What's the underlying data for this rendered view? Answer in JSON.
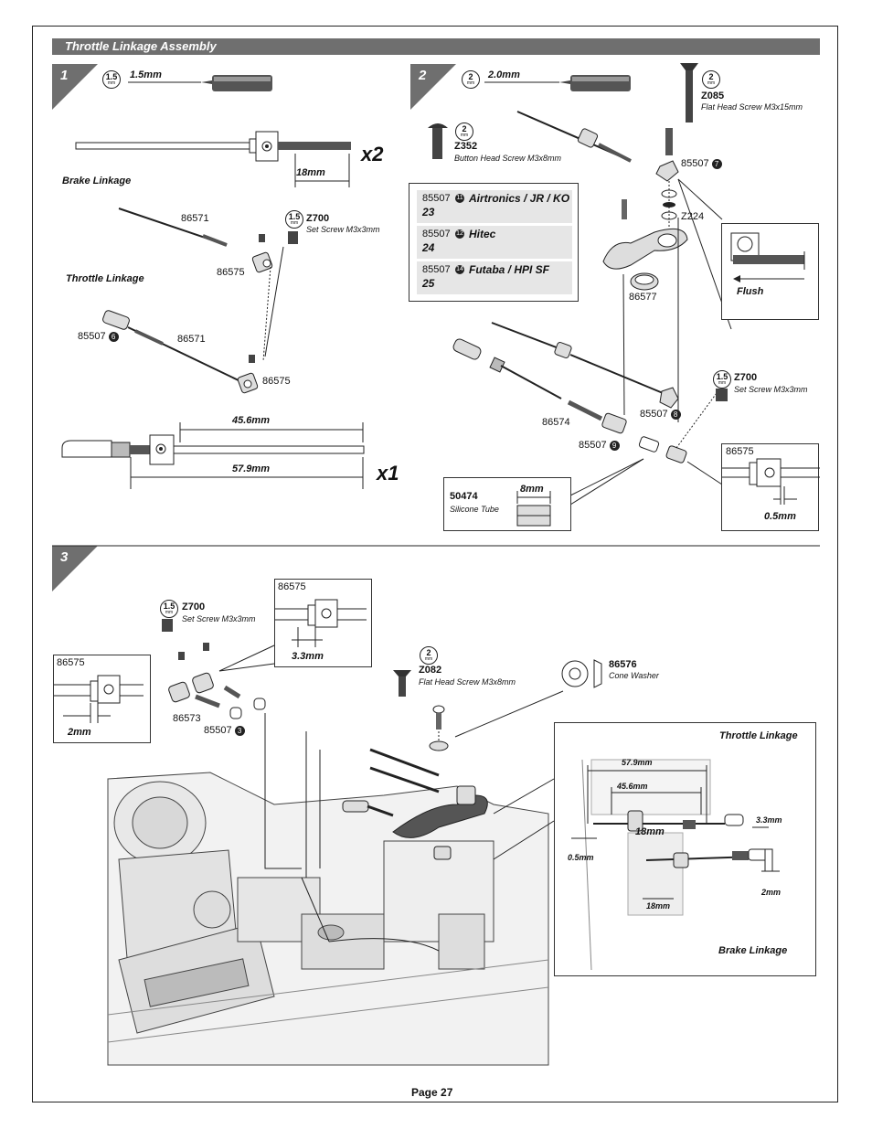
{
  "section_title": "Throttle Linkage Assembly",
  "steps": [
    "1",
    "2",
    "3"
  ],
  "multipliers": {
    "step1_brake": "x2",
    "step1_throttle": "x1"
  },
  "tool_badges": {
    "t15": {
      "size": "1.5",
      "unit": "mm"
    },
    "t2": {
      "size": "2",
      "unit": "mm"
    }
  },
  "step1": {
    "driver_label": "1.5mm",
    "brake_label": "Brake Linkage",
    "brake_dim": "18mm",
    "throttle_label": "Throttle Linkage",
    "part_86571_a": "86571",
    "part_86571_b": "86571",
    "part_86575_a": "86575",
    "part_86575_b": "86575",
    "part_85507": "85507",
    "part_85507_num": "6",
    "z700_code": "Z700",
    "z700_desc": "Set Screw M3x3mm",
    "dim_456": "45.6mm",
    "dim_579": "57.9mm"
  },
  "step2": {
    "driver_label": "2.0mm",
    "z085_code": "Z085",
    "z085_desc": "Flat Head Screw M3x15mm",
    "z352_code": "Z352",
    "z352_desc": "Button Head Screw M3x8mm",
    "part_85507_7": "85507",
    "num_7": "7",
    "z224": "Z224",
    "part_86577": "86577",
    "flush_label": "Flush",
    "servo_options": [
      {
        "part": "85507",
        "num": "11",
        "brand": "Airtronics / JR / KO",
        "spline": "23"
      },
      {
        "part": "85507",
        "num": "12",
        "brand": "Hitec",
        "spline": "24"
      },
      {
        "part": "85507",
        "num": "14",
        "brand": "Futaba / HPI SF",
        "spline": "25"
      }
    ],
    "z700_code": "Z700",
    "z700_desc": "Set Screw M3x3mm",
    "part_85507_8": "85507",
    "num_8": "8",
    "part_86574": "86574",
    "part_85507_9": "85507",
    "num_9": "9",
    "part_86575": "86575",
    "dim_05": "0.5mm",
    "tube_code": "50474",
    "tube_desc": "Silicone Tube",
    "tube_dim": "8mm"
  },
  "step3": {
    "part_86575_box1": "86575",
    "dim_33": "3.3mm",
    "z700_code": "Z700",
    "z700_desc": "Set Screw M3x3mm",
    "part_86575_box2": "86575",
    "dim_2": "2mm",
    "part_86573": "86573",
    "part_85507": "85507",
    "num_3": "3",
    "z082_code": "Z082",
    "z082_desc": "Flat Head Screw M3x8mm",
    "part_86576": "86576",
    "cone_desc": "Cone Washer",
    "inset_throttle": "Throttle Linkage",
    "inset_brake": "Brake Linkage",
    "inset_579": "57.9mm",
    "inset_456": "45.6mm",
    "inset_18a": "18mm",
    "inset_18b": "18mm",
    "inset_33": "3.3mm",
    "inset_05": "0.5mm",
    "inset_2": "2mm"
  },
  "footer": {
    "page": "Page 27"
  }
}
